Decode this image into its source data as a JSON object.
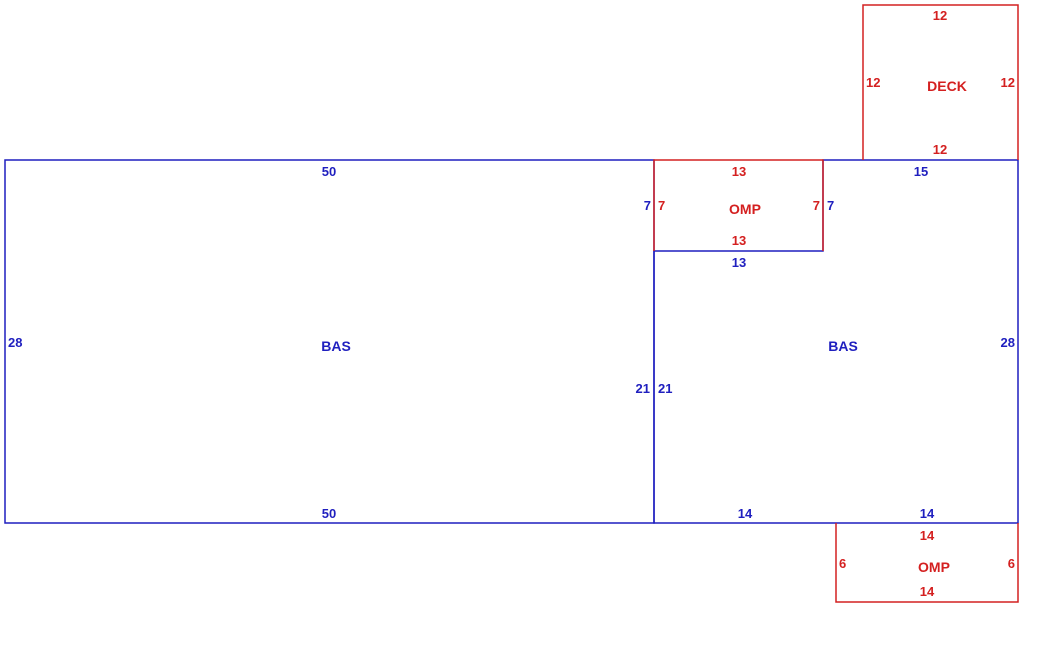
{
  "colors": {
    "bas": "#1f1fbf",
    "addon": "#d42020",
    "background": "#ffffff"
  },
  "areas": [
    {
      "label": "BAS",
      "color": "#1f1fbf",
      "dimensions": {
        "top": "50",
        "bottom": "50",
        "left": "28",
        "right": "21"
      }
    },
    {
      "label": "BAS",
      "color": "#1f1fbf",
      "dimensions": {
        "top": "15",
        "notch_bottom": "13",
        "left": "21",
        "notch_left": "7",
        "notch_right": "7",
        "right": "28",
        "bottom_left": "14",
        "bottom_right": "14"
      }
    },
    {
      "label": "OMP",
      "color": "#d42020",
      "dimensions": {
        "top": "13",
        "bottom": "13",
        "left": "7",
        "right": "7"
      }
    },
    {
      "label": "DECK",
      "color": "#d42020",
      "dimensions": {
        "top": "12",
        "bottom": "12",
        "left": "12",
        "right": "12"
      }
    },
    {
      "label": "OMP",
      "color": "#d42020",
      "dimensions": {
        "top": "14",
        "bottom": "14",
        "left": "6",
        "right": "6"
      }
    }
  ]
}
